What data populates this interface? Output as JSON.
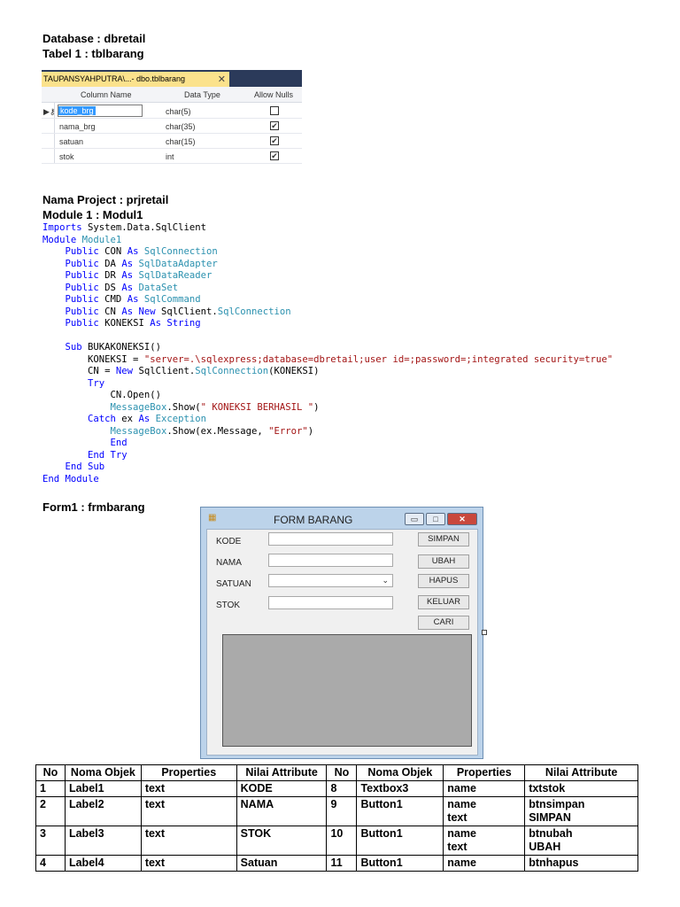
{
  "headings": {
    "database": "Database : dbretail",
    "table1": "Tabel 1 : tblbarang",
    "project": "Nama Project : prjretail",
    "module": "Module 1 : Modul1",
    "form": "Form1 : frmbarang"
  },
  "designer": {
    "tab_label": "TAUPANSYAHPUTRA\\...- dbo.tblbarang",
    "tab_close": "✕",
    "columns": [
      "Column Name",
      "Data Type",
      "Allow Nulls"
    ],
    "rows": [
      {
        "name": "kode_brg",
        "type": "char(5)",
        "allow_nulls": ""
      },
      {
        "name": "nama_brg",
        "type": "char(35)",
        "allow_nulls": "✔"
      },
      {
        "name": "satuan",
        "type": "char(15)",
        "allow_nulls": "✔"
      },
      {
        "name": "stok",
        "type": "int",
        "allow_nulls": "✔"
      }
    ],
    "key_marker": "▶⚷"
  },
  "code": {
    "imports_kw": "Imports",
    "imports_ns": " System.Data.SqlClient",
    "module_kw": "Module",
    "module_name": " Module1",
    "decl": [
      {
        "name": " CON ",
        "kw2": "As",
        "new": "",
        "pre": "",
        "type": " SqlConnection"
      },
      {
        "name": " DA ",
        "kw2": "As",
        "new": "",
        "pre": "",
        "type": " SqlDataAdapter"
      },
      {
        "name": " DR ",
        "kw2": "As",
        "new": "",
        "pre": "",
        "type": " SqlDataReader"
      },
      {
        "name": " DS ",
        "kw2": "As",
        "new": "",
        "pre": "",
        "type": " DataSet"
      },
      {
        "name": " CMD ",
        "kw2": "As",
        "new": "",
        "pre": "",
        "type": " SqlCommand"
      },
      {
        "name": " CN ",
        "kw2": "As",
        "new": " New",
        "pre": " SqlClient.",
        "type": "SqlConnection"
      },
      {
        "name": " KONEKSI ",
        "kw2": "As",
        "new": "",
        "pre": "",
        "type": " String"
      }
    ],
    "public_kw": "Public",
    "sub_kw": "Sub",
    "sub_name": " BUKAKONEKSI()",
    "koneksi_lhs": "KONEKSI = ",
    "conn_string": "\"server=.\\sqlexpress;database=dbretail;user id=;password=;integrated security=true\"",
    "cn_lhs": "CN = ",
    "new_kw": "New",
    "sqlclient": " SqlClient.",
    "sqlconnection": "SqlConnection",
    "cn_args": "(KONEKSI)",
    "try_kw": "Try",
    "open_call": "CN.Open()",
    "msgbox": "MessageBox",
    "show1_pre": ".Show(",
    "show1_str": "\" KONEKSI BERHASIL \"",
    "show1_post": ")",
    "catch_kw": "Catch",
    "catch_var": " ex ",
    "as_kw": "As",
    "exception_type": " Exception",
    "show2_pre": ".Show(ex.Message, ",
    "show2_str": "\"Error\"",
    "show2_post": ")",
    "end_kw": "End",
    "end_try": "End Try",
    "end_sub": "End Sub",
    "end_module": "End Module"
  },
  "form_window": {
    "title": "FORM BARANG",
    "labels": {
      "kode": "KODE",
      "nama": "NAMA",
      "satuan": "SATUAN",
      "stok": "STOK"
    },
    "buttons": {
      "simpan": "SIMPAN",
      "ubah": "UBAH",
      "hapus": "HAPUS",
      "keluar": "KELUAR",
      "cari": "CARI"
    },
    "combo_arrow": "⌄",
    "min": "▭",
    "max": "□",
    "close": "✕"
  },
  "attr_table": {
    "headers": [
      "No",
      "Noma Objek",
      "Properties",
      "Nilai Attribute",
      "No",
      "Noma Objek",
      "Properties",
      "Nilai Attribute"
    ],
    "rows": [
      {
        "no": "1",
        "obj": "Label1",
        "prop": "text",
        "val": "KODE",
        "no2": "8",
        "obj2": "Textbox3",
        "prop2": "name",
        "val2": "txtstok"
      },
      {
        "no": "2",
        "obj": "Label2",
        "prop": "text",
        "val": "NAMA",
        "no2": "9",
        "obj2": "Button1",
        "prop2": "name\ntext",
        "val2": "btnsimpan\nSIMPAN"
      },
      {
        "no": "3",
        "obj": "Label3",
        "prop": "text",
        "val": "STOK",
        "no2": "10",
        "obj2": "Button1",
        "prop2": "name\ntext",
        "val2": "btnubah\nUBAH"
      },
      {
        "no": "4",
        "obj": "Label4",
        "prop": "text",
        "val": "Satuan",
        "no2": "11",
        "obj2": "Button1",
        "prop2": "name",
        "val2": "btnhapus"
      }
    ]
  }
}
